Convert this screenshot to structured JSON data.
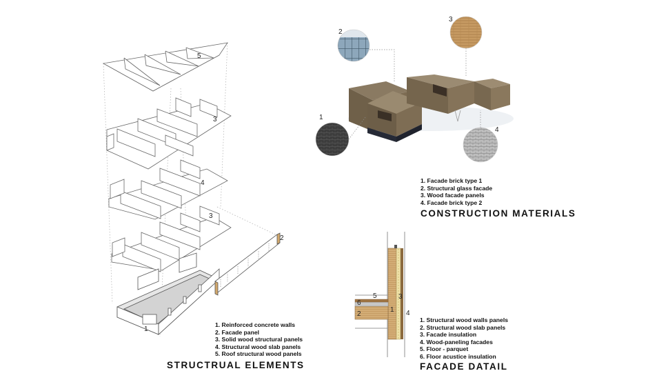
{
  "structural": {
    "title": "STRUCTRUAL ELEMENTS",
    "callouts": [
      "1",
      "2",
      "3",
      "4",
      "3",
      "5"
    ],
    "legend": [
      "1. Reinforced concrete walls",
      "2. Facade panel",
      "3. Solid wood structural panels",
      "4. Structural wood slab panels",
      "5. Roof structural wood panels"
    ]
  },
  "materials": {
    "title": "CONSTRUCTION MATERIALS",
    "callouts": [
      "1",
      "2",
      "3",
      "4"
    ],
    "legend": [
      "1. Facade brick type 1",
      "2. Structural glass facade",
      "3. Wood facade panels",
      "4. Facade brick type 2"
    ]
  },
  "facade": {
    "title": "FACADE DATAIL",
    "callouts": [
      "5",
      "6",
      "2",
      "1",
      "3",
      "4"
    ],
    "legend": [
      "1. Structural wood walls panels",
      "2. Structural wood slab panels",
      "3. Facade insulation",
      "4. Wood-paneling facades",
      "5. Floor - parquet",
      "6.  Floor acustice insulation"
    ]
  },
  "colors": {
    "wood": "#d2a86c",
    "dark_wood": "#6b5a45",
    "insulation": "#e8d89a",
    "line": "#777777",
    "brick_dark": "#3a3a3a",
    "brick_light": "#b9b9b9",
    "glass": "#6f8fa8"
  }
}
